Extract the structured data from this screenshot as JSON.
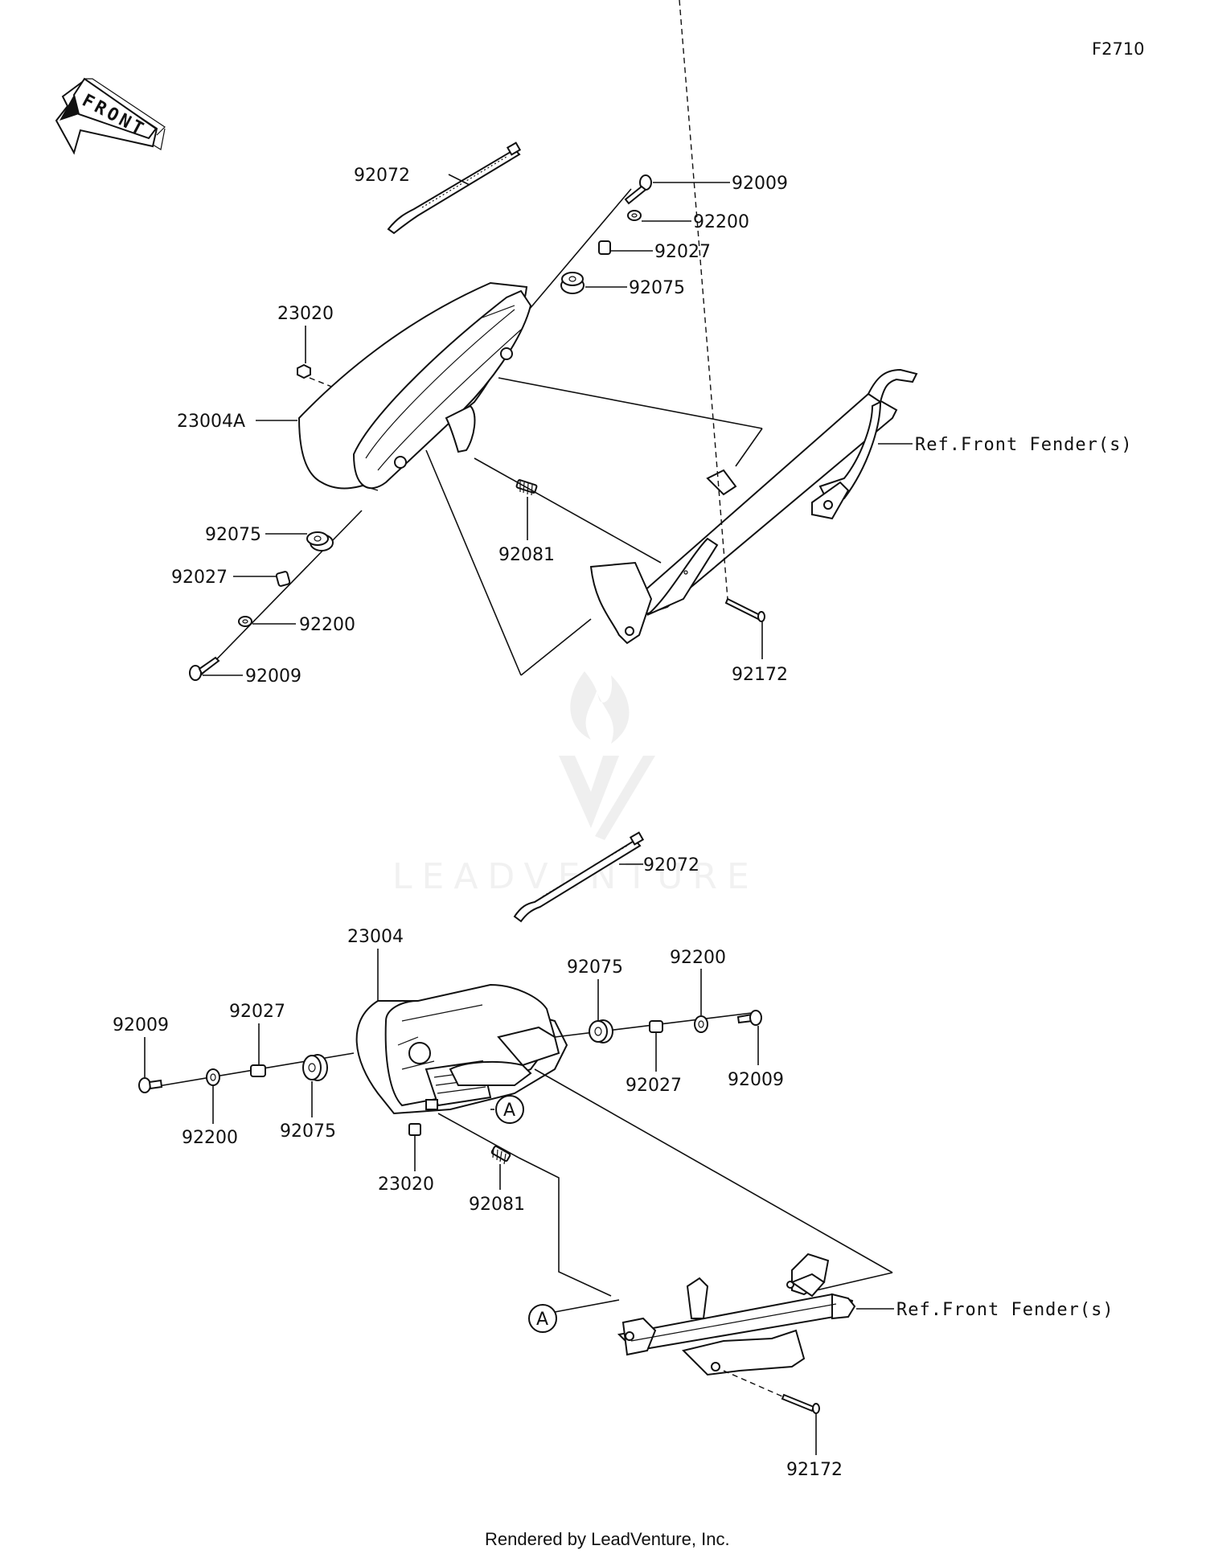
{
  "diagram_code": "F2710",
  "front_arrow_text": "FRONT",
  "watermark": "LEADVENTURE",
  "footer": "Rendered by LeadVenture, Inc.",
  "upper": {
    "labels": {
      "p92072": "92072",
      "p92009_top": "92009",
      "p92200_top": "92200",
      "p92027_top": "92027",
      "p92075_top": "92075",
      "p23020": "23020",
      "p23004A": "23004A",
      "ref_fender": "Ref.Front Fender(s)",
      "p92075_bot": "92075",
      "p92081": "92081",
      "p92027_bot": "92027",
      "p92200_bot": "92200",
      "p92009_bot": "92009",
      "p92172": "92172"
    }
  },
  "lower": {
    "labels": {
      "p92072": "92072",
      "p23004": "23004",
      "p92075_right": "92075",
      "p92200_right": "92200",
      "p92009_left": "92009",
      "p92027_left": "92027",
      "p92027_right": "92027",
      "p92009_right": "92009",
      "p92200_left": "92200",
      "p92075_left": "92075",
      "callout_A1": "A",
      "callout_A2": "A",
      "p23020": "23020",
      "p92081": "92081",
      "ref_fender": "Ref.Front Fender(s)",
      "p92172": "92172"
    }
  }
}
